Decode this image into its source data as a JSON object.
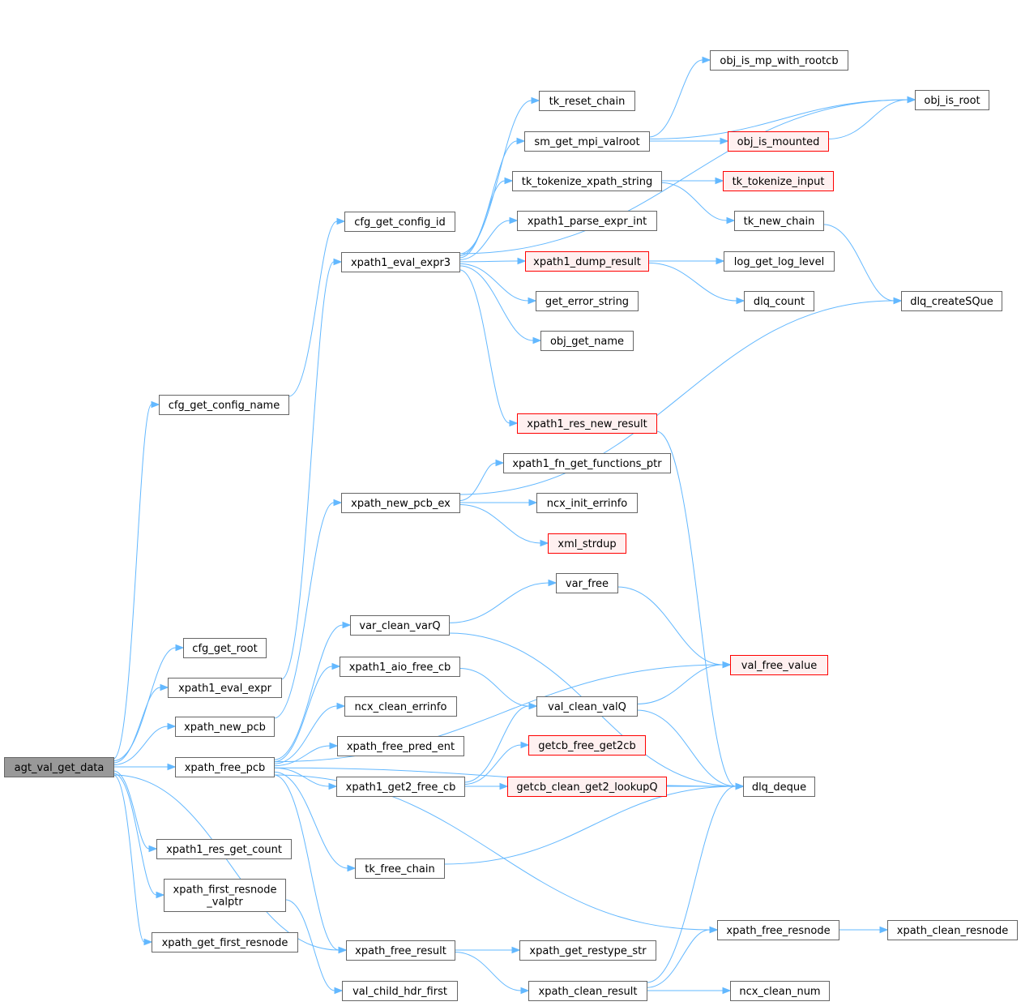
{
  "colors": {
    "edge": "#63b8ff",
    "root_fill": "#999999",
    "normal_fill": "#ffffff",
    "normal_stroke": "#666666",
    "highlight_fill": "#fff0f0",
    "highlight_stroke": "#ff0000"
  },
  "nodes": [
    {
      "id": "agt_val_get_data",
      "lines": [
        "agt_val_get_data"
      ],
      "kind": "root"
    },
    {
      "id": "cfg_get_config_name",
      "lines": [
        "cfg_get_config_name"
      ],
      "kind": "normal"
    },
    {
      "id": "cfg_get_config_id",
      "lines": [
        "cfg_get_config_id"
      ],
      "kind": "normal"
    },
    {
      "id": "cfg_get_root",
      "lines": [
        "cfg_get_root"
      ],
      "kind": "normal"
    },
    {
      "id": "xpath1_eval_expr",
      "lines": [
        "xpath1_eval_expr"
      ],
      "kind": "normal"
    },
    {
      "id": "xpath1_eval_expr3",
      "lines": [
        "xpath1_eval_expr3"
      ],
      "kind": "normal"
    },
    {
      "id": "obj_get_name",
      "lines": [
        "obj_get_name"
      ],
      "kind": "normal"
    },
    {
      "id": "get_error_string",
      "lines": [
        "get_error_string"
      ],
      "kind": "normal"
    },
    {
      "id": "obj_is_root",
      "lines": [
        "obj_is_root"
      ],
      "kind": "normal"
    },
    {
      "id": "sm_get_mpi_valroot",
      "lines": [
        "sm_get_mpi_valroot"
      ],
      "kind": "normal"
    },
    {
      "id": "obj_is_mounted",
      "lines": [
        "obj_is_mounted"
      ],
      "kind": "highlight"
    },
    {
      "id": "obj_is_mp_with_rootcb",
      "lines": [
        "obj_is_mp_with_rootcb"
      ],
      "kind": "normal"
    },
    {
      "id": "tk_reset_chain",
      "lines": [
        "tk_reset_chain"
      ],
      "kind": "normal"
    },
    {
      "id": "tk_tokenize_xpath_string",
      "lines": [
        "tk_tokenize_xpath_string"
      ],
      "kind": "normal"
    },
    {
      "id": "tk_new_chain",
      "lines": [
        "tk_new_chain"
      ],
      "kind": "normal"
    },
    {
      "id": "dlq_createSQue",
      "lines": [
        "dlq_createSQue"
      ],
      "kind": "normal"
    },
    {
      "id": "tk_tokenize_input",
      "lines": [
        "tk_tokenize_input"
      ],
      "kind": "highlight"
    },
    {
      "id": "xpath1_dump_result",
      "lines": [
        "xpath1_dump_result"
      ],
      "kind": "highlight"
    },
    {
      "id": "dlq_count",
      "lines": [
        "dlq_count"
      ],
      "kind": "normal"
    },
    {
      "id": "log_get_log_level",
      "lines": [
        "log_get_log_level"
      ],
      "kind": "normal"
    },
    {
      "id": "xpath1_parse_expr_int",
      "lines": [
        "xpath1_parse_expr_int"
      ],
      "kind": "normal"
    },
    {
      "id": "xpath1_res_new_result",
      "lines": [
        "xpath1_res_new_result"
      ],
      "kind": "highlight"
    },
    {
      "id": "dlq_deque",
      "lines": [
        "dlq_deque"
      ],
      "kind": "normal"
    },
    {
      "id": "xpath1_res_get_count",
      "lines": [
        "xpath1_res_get_count"
      ],
      "kind": "normal"
    },
    {
      "id": "xpath_first_resnode_valptr",
      "lines": [
        "xpath_first_resnode",
        "_valptr"
      ],
      "kind": "normal"
    },
    {
      "id": "val_child_hdr_first",
      "lines": [
        "val_child_hdr_first"
      ],
      "kind": "normal"
    },
    {
      "id": "xpath_free_pcb",
      "lines": [
        "xpath_free_pcb"
      ],
      "kind": "normal"
    },
    {
      "id": "ncx_clean_errinfo",
      "lines": [
        "ncx_clean_errinfo"
      ],
      "kind": "normal"
    },
    {
      "id": "tk_free_chain",
      "lines": [
        "tk_free_chain"
      ],
      "kind": "normal"
    },
    {
      "id": "var_clean_varQ",
      "lines": [
        "var_clean_varQ"
      ],
      "kind": "normal"
    },
    {
      "id": "val_free_value",
      "lines": [
        "val_free_value"
      ],
      "kind": "highlight"
    },
    {
      "id": "var_free",
      "lines": [
        "var_free"
      ],
      "kind": "normal"
    },
    {
      "id": "xpath1_aio_free_cb",
      "lines": [
        "xpath1_aio_free_cb"
      ],
      "kind": "normal"
    },
    {
      "id": "val_clean_valQ",
      "lines": [
        "val_clean_valQ"
      ],
      "kind": "normal"
    },
    {
      "id": "xpath1_get2_free_cb",
      "lines": [
        "xpath1_get2_free_cb"
      ],
      "kind": "normal"
    },
    {
      "id": "getcb_clean_get2_lookupQ",
      "lines": [
        "getcb_clean_get2_lookupQ"
      ],
      "kind": "highlight"
    },
    {
      "id": "getcb_free_get2cb",
      "lines": [
        "getcb_free_get2cb"
      ],
      "kind": "highlight"
    },
    {
      "id": "xpath_free_pred_ent",
      "lines": [
        "xpath_free_pred_ent"
      ],
      "kind": "normal"
    },
    {
      "id": "xpath_free_resnode",
      "lines": [
        "xpath_free_resnode"
      ],
      "kind": "normal"
    },
    {
      "id": "xpath_clean_resnode",
      "lines": [
        "xpath_clean_resnode"
      ],
      "kind": "normal"
    },
    {
      "id": "xpath_free_result",
      "lines": [
        "xpath_free_result"
      ],
      "kind": "normal"
    },
    {
      "id": "xpath_clean_result",
      "lines": [
        "xpath_clean_result"
      ],
      "kind": "normal"
    },
    {
      "id": "ncx_clean_num",
      "lines": [
        "ncx_clean_num"
      ],
      "kind": "normal"
    },
    {
      "id": "xpath_get_restype_str",
      "lines": [
        "xpath_get_restype_str"
      ],
      "kind": "normal"
    },
    {
      "id": "xpath_get_first_resnode",
      "lines": [
        "xpath_get_first_resnode"
      ],
      "kind": "normal"
    },
    {
      "id": "xpath_new_pcb",
      "lines": [
        "xpath_new_pcb"
      ],
      "kind": "normal"
    },
    {
      "id": "xpath_new_pcb_ex",
      "lines": [
        "xpath_new_pcb_ex"
      ],
      "kind": "normal"
    },
    {
      "id": "ncx_init_errinfo",
      "lines": [
        "ncx_init_errinfo"
      ],
      "kind": "normal"
    },
    {
      "id": "xml_strdup",
      "lines": [
        "xml_strdup"
      ],
      "kind": "highlight"
    },
    {
      "id": "xpath1_fn_get_functions_ptr",
      "lines": [
        "xpath1_fn_get_functions_ptr"
      ],
      "kind": "normal"
    }
  ],
  "edges": [
    [
      "agt_val_get_data",
      "cfg_get_config_name"
    ],
    [
      "cfg_get_config_name",
      "cfg_get_config_id"
    ],
    [
      "agt_val_get_data",
      "cfg_get_root"
    ],
    [
      "agt_val_get_data",
      "xpath1_eval_expr"
    ],
    [
      "xpath1_eval_expr",
      "xpath1_eval_expr3"
    ],
    [
      "xpath1_eval_expr3",
      "obj_get_name"
    ],
    [
      "xpath1_eval_expr3",
      "get_error_string"
    ],
    [
      "xpath1_eval_expr3",
      "obj_is_root"
    ],
    [
      "xpath1_eval_expr3",
      "sm_get_mpi_valroot"
    ],
    [
      "sm_get_mpi_valroot",
      "obj_is_mounted"
    ],
    [
      "obj_is_mounted",
      "obj_is_root"
    ],
    [
      "sm_get_mpi_valroot",
      "obj_is_mp_with_rootcb"
    ],
    [
      "sm_get_mpi_valroot",
      "obj_is_root"
    ],
    [
      "xpath1_eval_expr3",
      "tk_reset_chain"
    ],
    [
      "xpath1_eval_expr3",
      "tk_tokenize_xpath_string"
    ],
    [
      "tk_tokenize_xpath_string",
      "tk_new_chain"
    ],
    [
      "tk_new_chain",
      "dlq_createSQue"
    ],
    [
      "tk_tokenize_xpath_string",
      "tk_tokenize_input"
    ],
    [
      "xpath1_eval_expr3",
      "xpath1_dump_result"
    ],
    [
      "xpath1_dump_result",
      "dlq_count"
    ],
    [
      "xpath1_dump_result",
      "log_get_log_level"
    ],
    [
      "xpath1_eval_expr3",
      "xpath1_parse_expr_int"
    ],
    [
      "xpath1_eval_expr3",
      "xpath1_res_new_result"
    ],
    [
      "xpath1_res_new_result",
      "dlq_deque"
    ],
    [
      "agt_val_get_data",
      "xpath1_res_get_count"
    ],
    [
      "agt_val_get_data",
      "xpath_first_resnode_valptr"
    ],
    [
      "xpath_first_resnode_valptr",
      "val_child_hdr_first"
    ],
    [
      "agt_val_get_data",
      "xpath_free_pcb"
    ],
    [
      "xpath_free_pcb",
      "dlq_deque"
    ],
    [
      "xpath_free_pcb",
      "ncx_clean_errinfo"
    ],
    [
      "xpath_free_pcb",
      "tk_free_chain"
    ],
    [
      "tk_free_chain",
      "dlq_deque"
    ],
    [
      "xpath_free_pcb",
      "val_free_value"
    ],
    [
      "xpath_free_pcb",
      "var_clean_varQ"
    ],
    [
      "var_clean_varQ",
      "dlq_deque"
    ],
    [
      "var_clean_varQ",
      "var_free"
    ],
    [
      "var_free",
      "val_free_value"
    ],
    [
      "xpath_free_pcb",
      "xpath1_aio_free_cb"
    ],
    [
      "xpath1_aio_free_cb",
      "val_clean_valQ"
    ],
    [
      "val_clean_valQ",
      "dlq_deque"
    ],
    [
      "val_clean_valQ",
      "val_free_value"
    ],
    [
      "xpath_free_pcb",
      "xpath1_get2_free_cb"
    ],
    [
      "xpath1_get2_free_cb",
      "getcb_clean_get2_lookupQ"
    ],
    [
      "getcb_clean_get2_lookupQ",
      "dlq_deque"
    ],
    [
      "xpath1_get2_free_cb",
      "getcb_free_get2cb"
    ],
    [
      "xpath1_get2_free_cb",
      "val_clean_valQ"
    ],
    [
      "xpath_free_pcb",
      "xpath_free_pred_ent"
    ],
    [
      "xpath_free_pcb",
      "xpath_free_resnode"
    ],
    [
      "xpath_free_resnode",
      "xpath_clean_resnode"
    ],
    [
      "xpath_free_pcb",
      "xpath_free_result"
    ],
    [
      "xpath_free_result",
      "xpath_clean_result"
    ],
    [
      "xpath_clean_result",
      "dlq_deque"
    ],
    [
      "xpath_clean_result",
      "ncx_clean_num"
    ],
    [
      "xpath_clean_result",
      "xpath_free_resnode"
    ],
    [
      "xpath_free_result",
      "xpath_get_restype_str"
    ],
    [
      "agt_val_get_data",
      "xpath_free_result"
    ],
    [
      "agt_val_get_data",
      "xpath_get_first_resnode"
    ],
    [
      "agt_val_get_data",
      "xpath_new_pcb"
    ],
    [
      "xpath_new_pcb",
      "xpath_new_pcb_ex"
    ],
    [
      "xpath_new_pcb_ex",
      "dlq_createSQue"
    ],
    [
      "xpath_new_pcb_ex",
      "ncx_init_errinfo"
    ],
    [
      "xpath_new_pcb_ex",
      "xml_strdup"
    ],
    [
      "xpath_new_pcb_ex",
      "xpath1_fn_get_functions_ptr"
    ]
  ]
}
